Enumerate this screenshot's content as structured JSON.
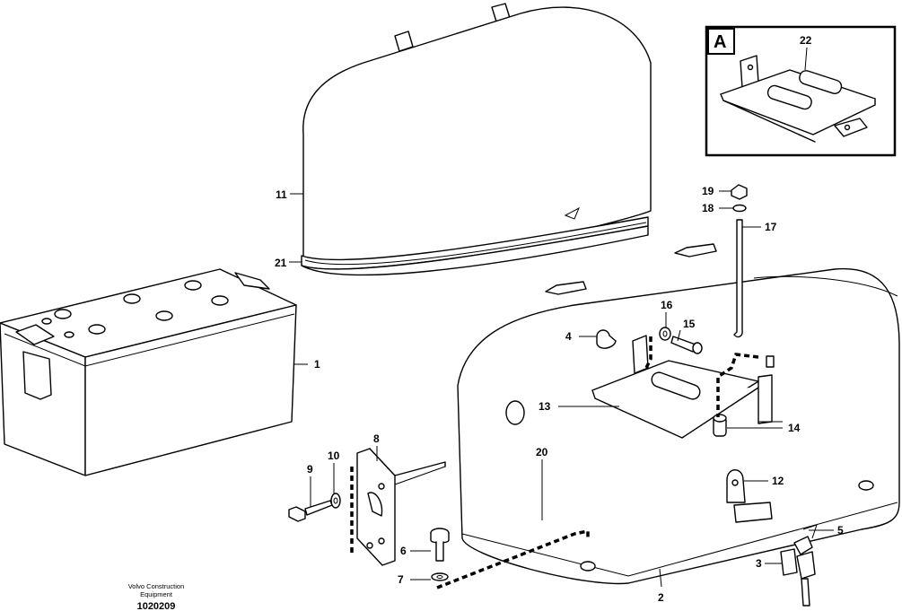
{
  "detail_box": {
    "letter": "A",
    "part": "22"
  },
  "labels": {
    "p1": "1",
    "p2": "2",
    "p3": "3",
    "p4": "4",
    "p5": "5",
    "p6": "6",
    "p7": "7",
    "p8": "8",
    "p9": "9",
    "p10": "10",
    "p11": "11",
    "p12": "12",
    "p13": "13",
    "p14": "14",
    "p15": "15",
    "p16": "16",
    "p17": "17",
    "p18": "18",
    "p19": "19",
    "p20": "20",
    "p21": "21"
  },
  "footer": {
    "brand_line1": "Volvo Construction",
    "brand_line2": "Equipment",
    "doc_number": "1020209"
  }
}
